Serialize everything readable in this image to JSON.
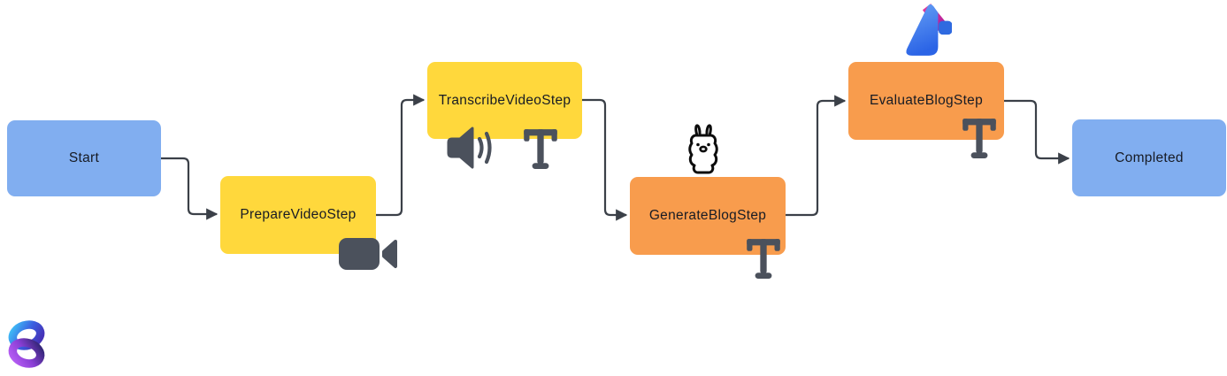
{
  "diagram": {
    "kind": "process-flow",
    "nodes": {
      "start": {
        "label": "Start",
        "role": "start-event"
      },
      "prepare_video": {
        "label": "PrepareVideoStep",
        "role": "process-step"
      },
      "transcribe_video": {
        "label": "TranscribeVideoStep",
        "role": "process-step"
      },
      "generate_blog": {
        "label": "GenerateBlogStep",
        "role": "process-step"
      },
      "evaluate_blog": {
        "label": "EvaluateBlogStep",
        "role": "process-step"
      },
      "completed": {
        "label": "Completed",
        "role": "end-event"
      }
    },
    "edges": [
      {
        "from": "start",
        "to": "prepare_video"
      },
      {
        "from": "prepare_video",
        "to": "transcribe_video"
      },
      {
        "from": "transcribe_video",
        "to": "generate_blog"
      },
      {
        "from": "generate_blog",
        "to": "evaluate_blog"
      },
      {
        "from": "evaluate_blog",
        "to": "completed"
      }
    ],
    "icons": {
      "prepare_video": [
        "video-camera-icon"
      ],
      "transcribe_video": [
        "speaker-icon",
        "text-icon"
      ],
      "generate_blog": [
        "llama-icon",
        "text-icon"
      ],
      "evaluate_blog": [
        "azure-ai-foundry-icon",
        "text-icon"
      ],
      "footer": [
        "semantic-kernel-logo"
      ]
    },
    "colors": {
      "canvas_background": "#ffffff",
      "event_node": "#81aef0",
      "video_step_node": "#ffd83c",
      "blog_step_node": "#f89c4d",
      "node_text": "#171b24",
      "connector": "#3b4048",
      "icon_gray": "#4b515c",
      "azure_blue_top": "#67a0f5",
      "azure_blue_bottom": "#2b64e6",
      "azure_magenta": "#d6219c",
      "sk_cyan": "#3ec0f7",
      "sk_blue": "#3b5fe0",
      "sk_indigo": "#2d2470",
      "sk_purple": "#8b3fd6",
      "sk_violet": "#b45cf2"
    }
  }
}
